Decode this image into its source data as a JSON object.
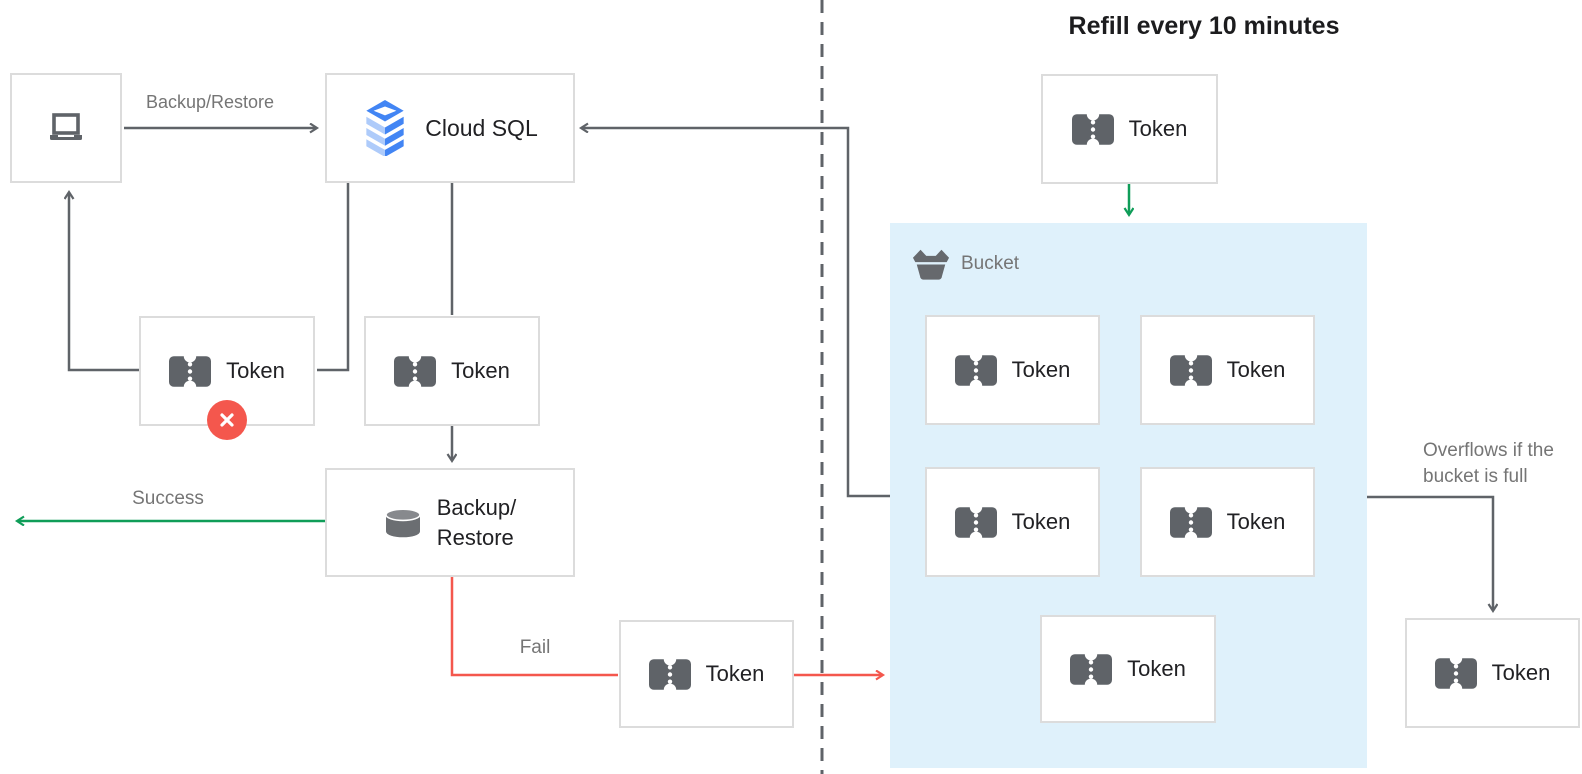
{
  "title": "Refill every 10 minutes",
  "nodes": {
    "cloud_sql": {
      "label": "Cloud SQL"
    },
    "token": {
      "label": "Token"
    },
    "backup_restore": {
      "line1": "Backup/",
      "line2": "Restore"
    },
    "bucket": {
      "label": "Bucket"
    }
  },
  "edge_labels": {
    "backup_restore": "Backup/Restore",
    "success": "Success",
    "fail": "Fail",
    "overflow_line1": "Overflows if the",
    "overflow_line2": "bucket is full"
  },
  "icons": {
    "client": "laptop-icon",
    "cloud_sql": "cloud-sql-icon",
    "token": "ticket-icon",
    "backup_restore": "database-icon",
    "bucket": "bucket-icon",
    "error": "error-x-icon"
  },
  "colors": {
    "connector_dark": "#5f6368",
    "success_green": "#0f9d58",
    "fail_red": "#f4574d",
    "bucket_fill": "#dff1fb",
    "box_border": "#dcdcdc",
    "label_gray": "#757575",
    "text_dark": "#212124",
    "icon_gray": "#5f6368",
    "cloud_sql_blue": "#4285f4",
    "cloud_sql_light_blue": "#aecbfa"
  }
}
